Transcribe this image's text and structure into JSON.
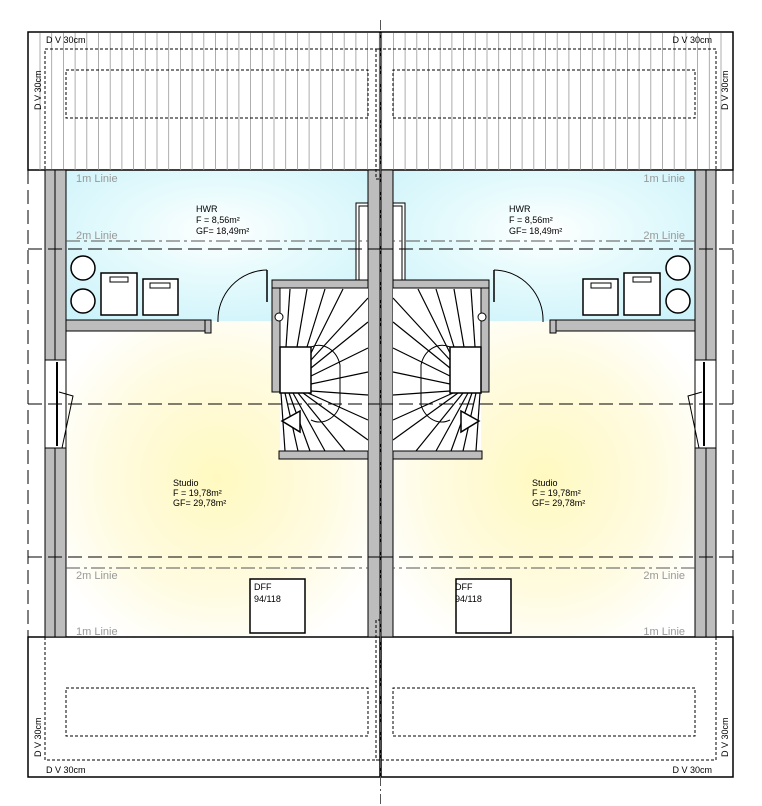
{
  "plan": {
    "roof_overhang_label": "D V 30cm",
    "line_1m": "1m Linie",
    "line_2m": "2m Linie",
    "colors": {
      "hwr": "#dff8fc",
      "studio": "#fffbd0",
      "wall": "#bdbdbd"
    },
    "units": [
      {
        "hwr": {
          "name": "HWR",
          "f": "F = 8,56m²",
          "gf": "GF= 18,49m²"
        },
        "studio": {
          "name": "Studio",
          "f": "F = 19,78m²",
          "gf": "GF= 29,78m²"
        },
        "dff": {
          "name": "DFF",
          "size": "94/118"
        }
      },
      {
        "hwr": {
          "name": "HWR",
          "f": "F = 8,56m²",
          "gf": "GF= 18,49m²"
        },
        "studio": {
          "name": "Studio",
          "f": "F = 19,78m²",
          "gf": "GF= 29,78m²"
        },
        "dff": {
          "name": "DFF",
          "size": "94/118"
        }
      }
    ]
  }
}
